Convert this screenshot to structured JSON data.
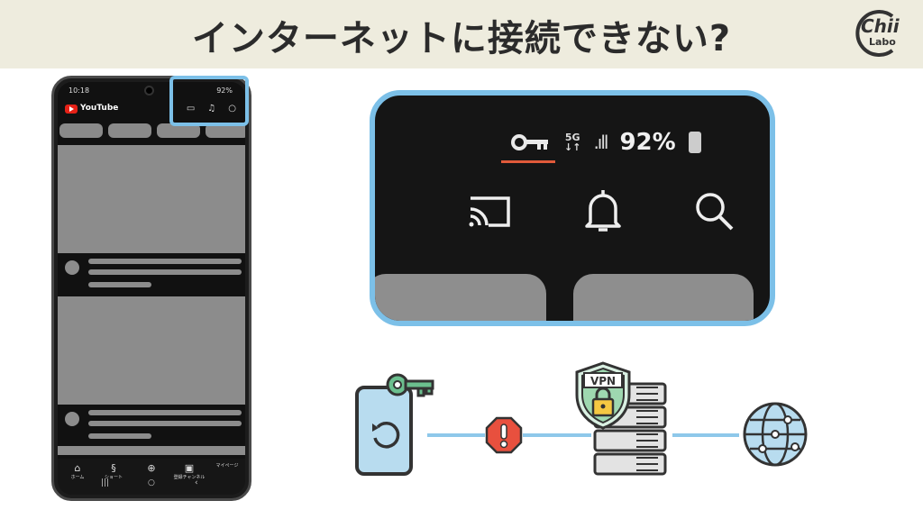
{
  "title": "インターネットに接続できない?",
  "logo": {
    "main": "Chii",
    "sub": "Labo"
  },
  "phone": {
    "status_time": "10:18",
    "status_right": "92%",
    "app_name": "YouTube",
    "nav": [
      {
        "label": "ホーム",
        "icon": "home-icon"
      },
      {
        "label": "ショート",
        "icon": "shorts-icon"
      },
      {
        "label": "",
        "icon": "plus-circle-icon"
      },
      {
        "label": "登録チャンネル",
        "icon": "subscriptions-icon"
      },
      {
        "label": "マイページ",
        "icon": "profile-icon"
      }
    ]
  },
  "zoom": {
    "network": "5G",
    "battery": "92%"
  },
  "diagram": {
    "vpn_label": "VPN"
  },
  "colors": {
    "banner": "#eeecde",
    "highlight": "#7cc0e8",
    "youtube_red": "#e62117",
    "warning": "#e8503e",
    "key_green": "#4caf8a"
  }
}
